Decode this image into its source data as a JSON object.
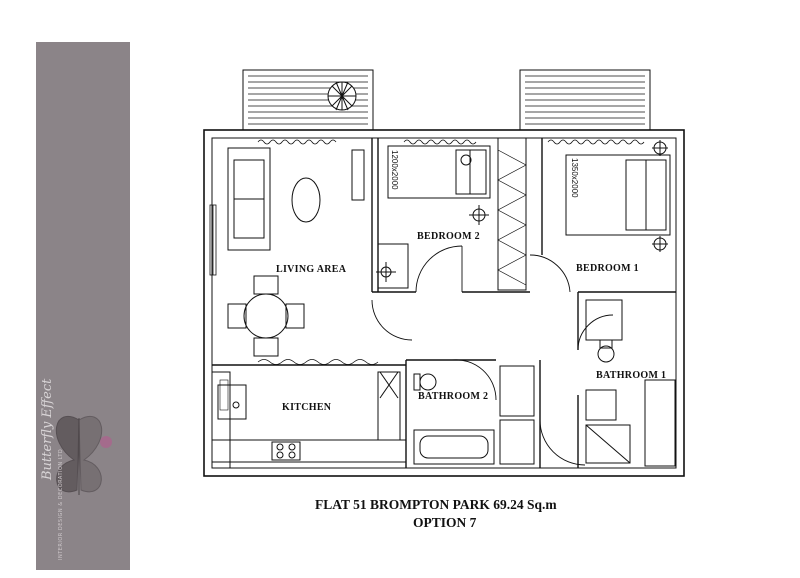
{
  "plan": {
    "rooms": {
      "living": "LIVING AREA",
      "kitchen": "KITCHEN",
      "bedroom1": "BEDROOM 1",
      "bedroom2": "BEDROOM 2",
      "bathroom1": "BATHROOM 1",
      "bathroom2": "BATHROOM 2"
    },
    "bed_dims": {
      "bedroom2": "1200x2000",
      "bedroom1": "1350x2000"
    }
  },
  "footer": {
    "line1": "FLAT 51 BROMPTON PARK  69.24 Sq.m",
    "line2": "OPTION 7"
  },
  "brand": {
    "script": "Butterfly Effect",
    "sub": "INTERIOR DESIGN & DECORATION LTD"
  },
  "colors": {
    "sidebar": "#8b8488",
    "line": "#111111"
  }
}
